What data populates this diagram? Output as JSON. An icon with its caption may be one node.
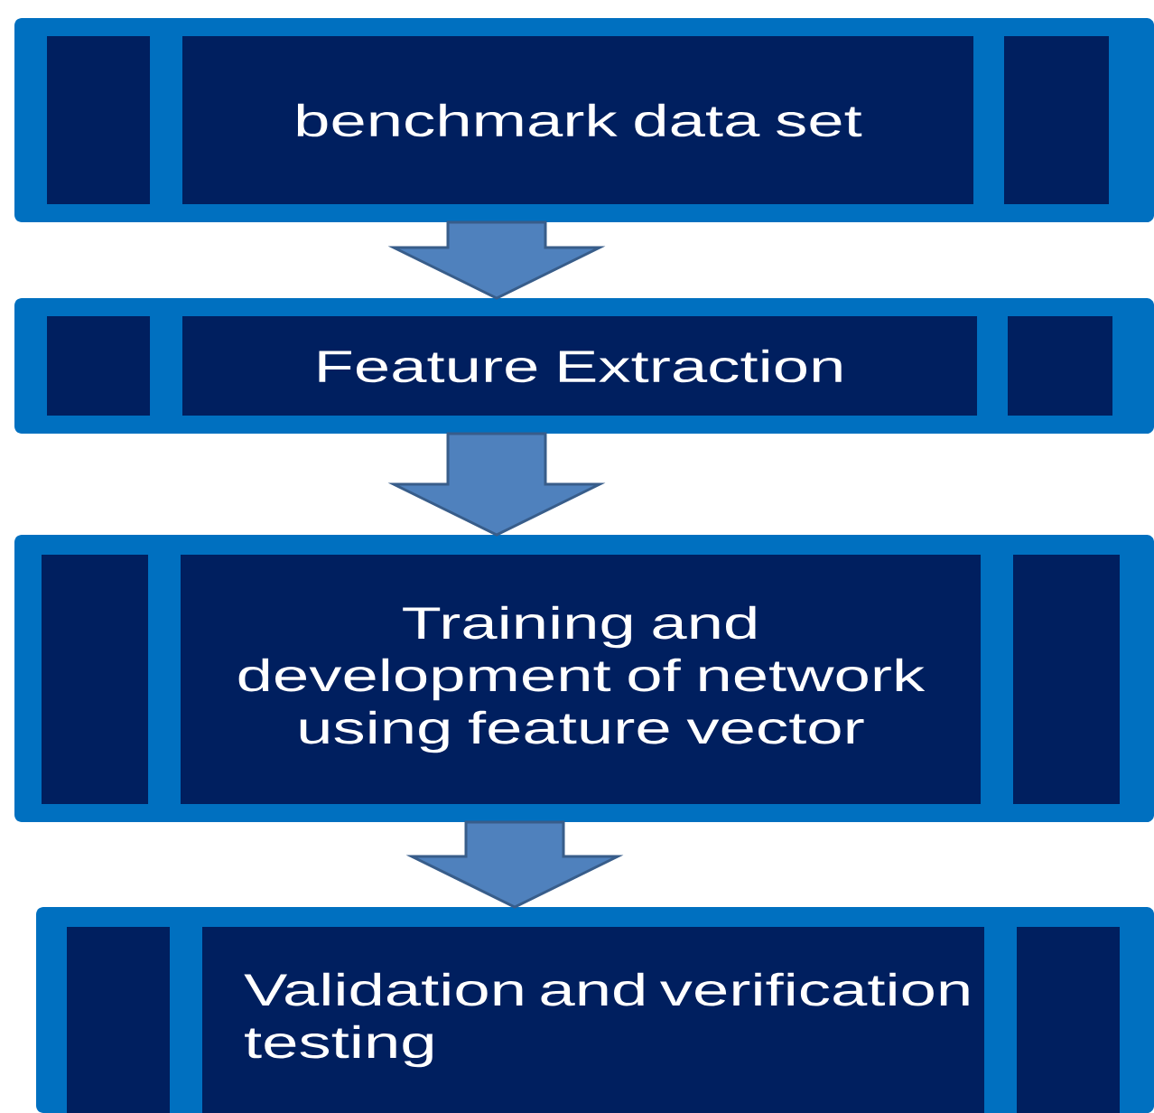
{
  "diagram": {
    "nodes": [
      {
        "text": [],
        "shape": "box"
      },
      {
        "text": [],
        "shape": "box",
        "in": 0
      },
      {
        "text": [
          "benchmark data set"
        ],
        "in": 0
      },
      {
        "text": [],
        "shape": "box",
        "in": 0
      },
      {
        "text": [],
        "shape": "box"
      },
      {
        "text": [],
        "shape": "box",
        "in": 4
      },
      {
        "text": [
          "Feature Extraction"
        ],
        "in": 4
      },
      {
        "text": [],
        "shape": "box",
        "in": 4
      },
      {
        "text": [],
        "shape": "box"
      },
      {
        "text": [],
        "shape": "box",
        "in": 8
      },
      {
        "text": [
          "Training and development of network using feature vector"
        ],
        "in": 8
      },
      {
        "text": [],
        "shape": "box",
        "in": 8
      },
      {
        "text": [],
        "shape": "box"
      },
      {
        "text": [],
        "shape": "box",
        "in": 12
      },
      {
        "text": [
          "Validation and verification testing"
        ],
        "in": 12
      },
      {
        "text": [],
        "shape": "box",
        "in": 12
      }
    ],
    "edges": [
      {
        "from": 0,
        "to": 4,
        "arrow": "to"
      },
      {
        "from": 4,
        "to": 8,
        "arrow": "to"
      },
      {
        "from": 8,
        "to": 12,
        "arrow": "to"
      }
    ]
  }
}
